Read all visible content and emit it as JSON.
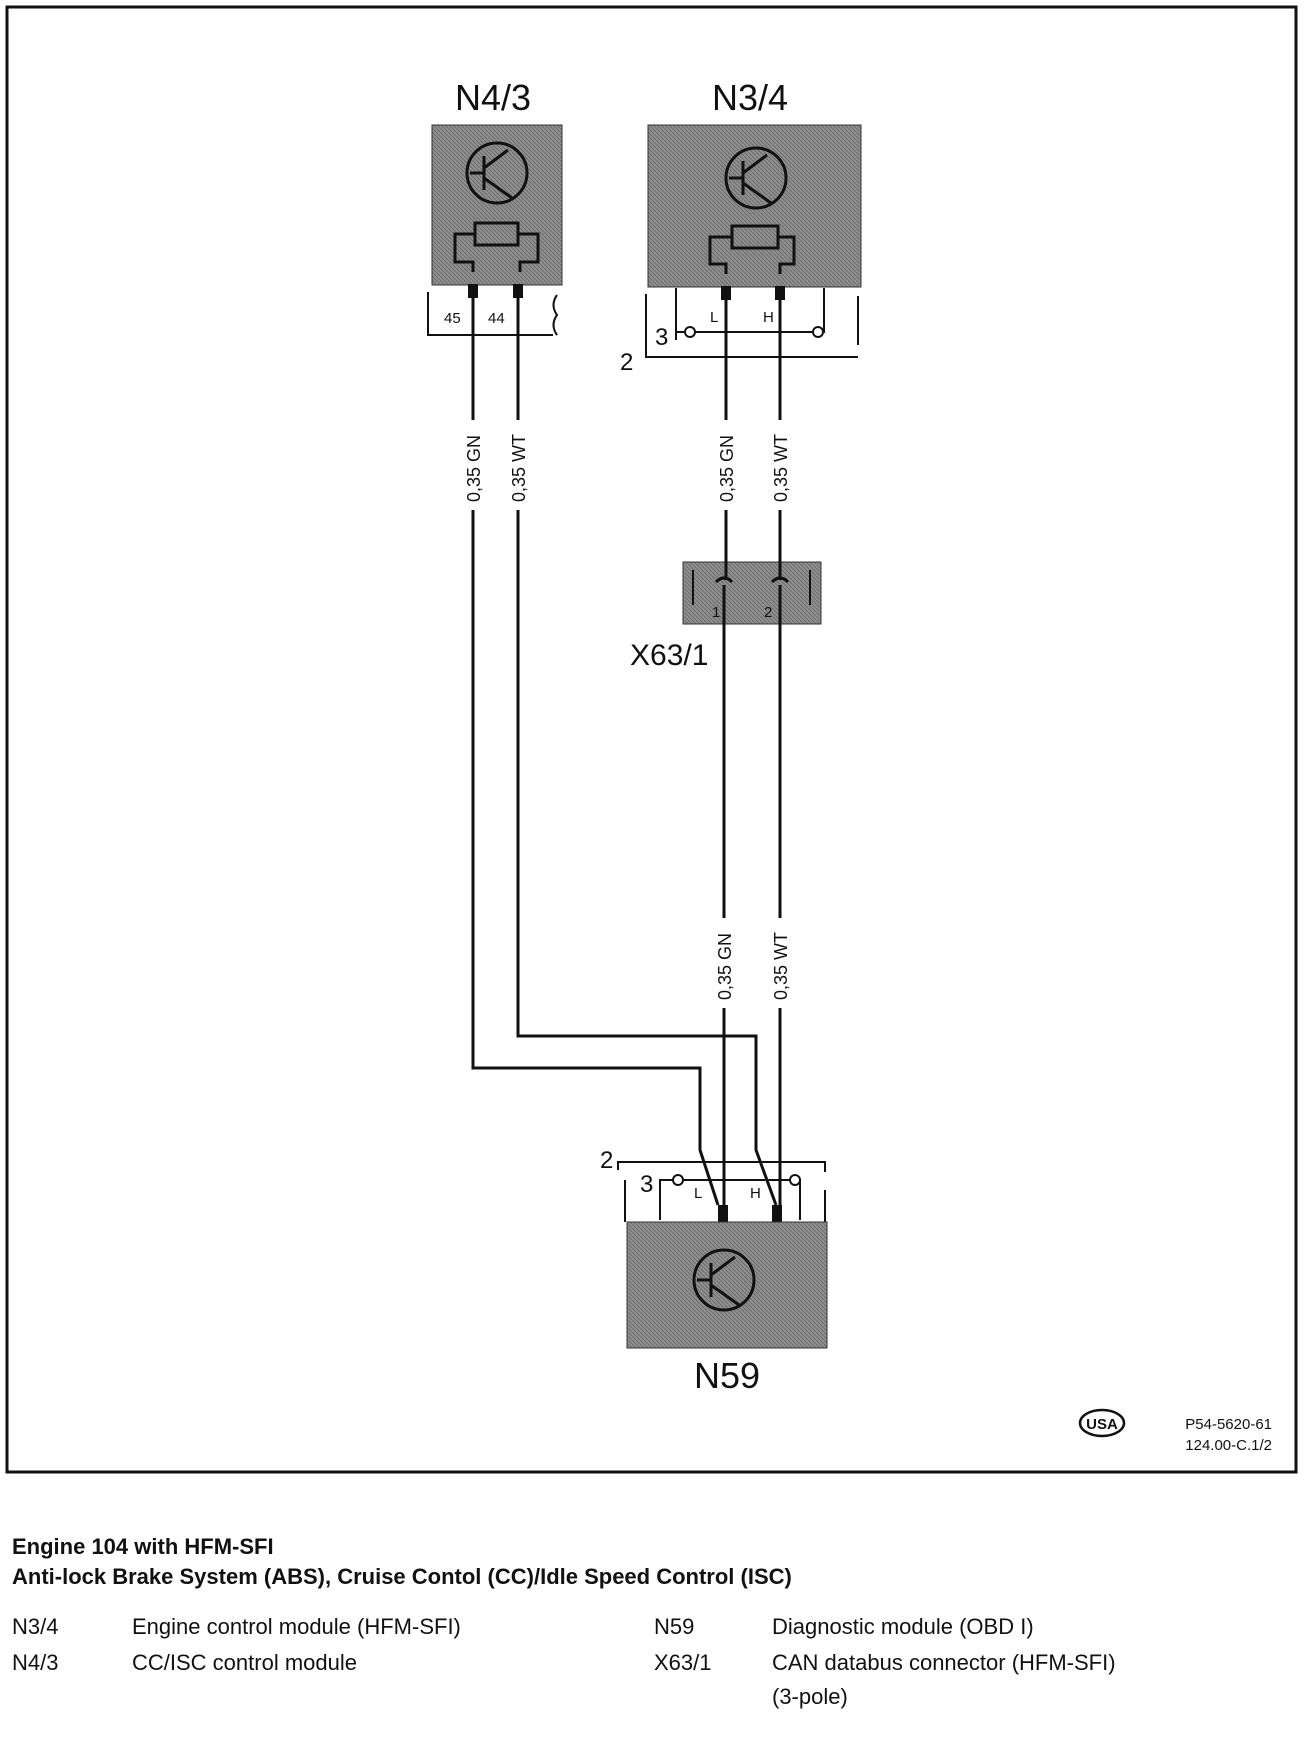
{
  "diagram": {
    "modules": {
      "n4_3": "N4/3",
      "n3_4": "N3/4",
      "n59": "N59",
      "x63_1": "X63/1"
    },
    "pins": {
      "n4_3_left": "45",
      "n4_3_right": "44",
      "n3_4_left": "L",
      "n3_4_right": "H",
      "n59_left": "L",
      "n59_right": "H",
      "x63_left": "1",
      "x63_right": "2"
    },
    "connector_numbers": {
      "n3_4_outer": "2",
      "n3_4_inner": "3",
      "n59_outer": "2",
      "n59_inner": "3"
    },
    "wire_labels": {
      "gn": "0,35 GN",
      "wt": "0,35 WT"
    },
    "badge": "USA",
    "reference_1": "P54-5620-61",
    "reference_2": "124.00-C.1/2",
    "colors": {
      "module_fill": "#8c8c8c",
      "line": "#111111"
    }
  },
  "caption": {
    "title_1": "Engine 104 with HFM-SFI",
    "title_2": "Anti-lock Brake System (ABS), Cruise Contol (CC)/Idle Speed Control (ISC)"
  },
  "legend": [
    {
      "code": "N3/4",
      "desc": "Engine control module (HFM-SFI)"
    },
    {
      "code": "N4/3",
      "desc": "CC/ISC control module"
    },
    {
      "code": "N59",
      "desc": "Diagnostic module (OBD I)"
    },
    {
      "code": "X63/1",
      "desc": "CAN databus connector (HFM-SFI)"
    },
    {
      "code": "",
      "desc": "(3-pole)"
    }
  ]
}
